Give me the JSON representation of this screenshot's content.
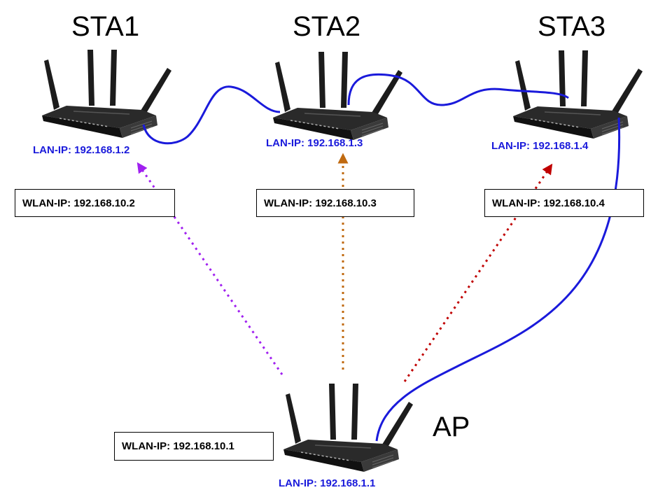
{
  "colors": {
    "cable": "#1a1adb",
    "lan_text": "#1a1adb",
    "wifi_sta1": "#a020f0",
    "wifi_sta2": "#c06a10",
    "wifi_sta3": "#c00000",
    "router_body": "#1c1c1c"
  },
  "nodes": {
    "sta1": {
      "title": "STA1",
      "lan": "LAN-IP: 192.168.1.2",
      "wlan": "WLAN-IP: 192.168.10.2"
    },
    "sta2": {
      "title": "STA2",
      "lan": "LAN-IP: 192.168.1.3",
      "wlan": "WLAN-IP: 192.168.10.3"
    },
    "sta3": {
      "title": "STA3",
      "lan": "LAN-IP: 192.168.1.4",
      "wlan": "WLAN-IP: 192.168.10.4"
    },
    "ap": {
      "title": "AP",
      "lan": "LAN-IP: 192.168.1.1",
      "wlan": "WLAN-IP: 192.168.10.1"
    }
  },
  "icons": {
    "router": "router-icon",
    "wireless_link": "dotted-arrow-icon",
    "lan_cable": "cable-line"
  }
}
